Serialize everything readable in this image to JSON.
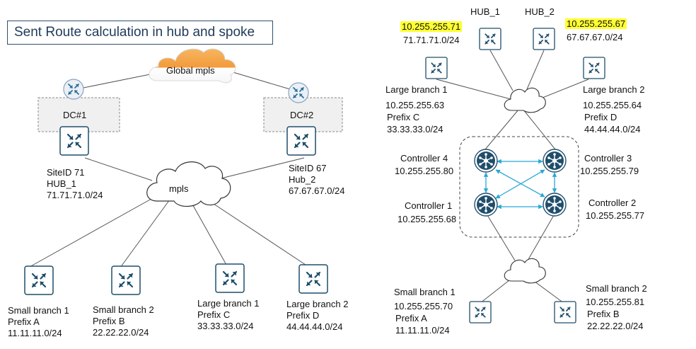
{
  "title": "Sent Route calculation in hub and spoke",
  "left": {
    "global_mpls": "Global mpls",
    "dc1": "DC#1",
    "dc2": "DC#2",
    "mpls": "mpls",
    "hub1": {
      "line1": "SiteID 71",
      "line2": "HUB_1",
      "line3": "71.71.71.0/24"
    },
    "hub2": {
      "line1": "SiteID 67",
      "line2": "Hub_2",
      "line3": "67.67.67.0/24"
    },
    "sb1": {
      "line1": "Small branch 1",
      "line2": "Prefix A",
      "line3": "11.11.11.0/24"
    },
    "sb2": {
      "line1": "Small branch 2",
      "line2": "Prefix B",
      "line3": "22.22.22.0/24"
    },
    "lb1": {
      "line1": "Large branch 1",
      "line2": "Prefix C",
      "line3": "33.33.33.0/24"
    },
    "lb2": {
      "line1": "Large branch 2",
      "line2": "Prefix D",
      "line3": "44.44.44.0/24"
    }
  },
  "right": {
    "hub1_label": "HUB_1",
    "hub2_label": "HUB_2",
    "hub1_ip": "10.255.255.71",
    "hub1_prefix": "71.71.71.0/24",
    "hub2_ip": "10.255.255.67",
    "hub2_prefix": "67.67.67.0/24",
    "lb1": {
      "line1": "Large branch 1",
      "line2": "10.255.255.63",
      "line3": "Prefix C",
      "line4": "33.33.33.0/24"
    },
    "lb2": {
      "line1": "Large branch 2",
      "line2": "10.255.255.64",
      "line3": "Prefix D",
      "line4": "44.44.44.0/24"
    },
    "c4": {
      "line1": "Controller 4",
      "line2": "10.255.255.80"
    },
    "c3": {
      "line1": "Controller 3",
      "line2": "10.255.255.79"
    },
    "c1": {
      "line1": "Controller 1",
      "line2": "10.255.255.68"
    },
    "c2": {
      "line1": "Controller 2",
      "line2": "10.255.255.77"
    },
    "sb1": {
      "line1": "Small branch 1",
      "line2": "10.255.255.70",
      "line3": "Prefix A",
      "line4": "11.11.11.0/24"
    },
    "sb2": {
      "line1": "Small branch 2",
      "line2": "10.255.255.81",
      "line3": "Prefix B",
      "line4": "22.22.22.0/24"
    }
  },
  "colors": {
    "router_border": "#1f4e6b",
    "router_glyph": "#1f4e6b",
    "controller_fill": "#1f4e6b",
    "arrow_blue": "#29a8d6",
    "highlight": "#ffff33",
    "orange_cloud": "#f5a446",
    "title_border": "#2f4f6f"
  },
  "icons": [
    "router-icon",
    "cloud-icon",
    "controller-icon"
  ]
}
